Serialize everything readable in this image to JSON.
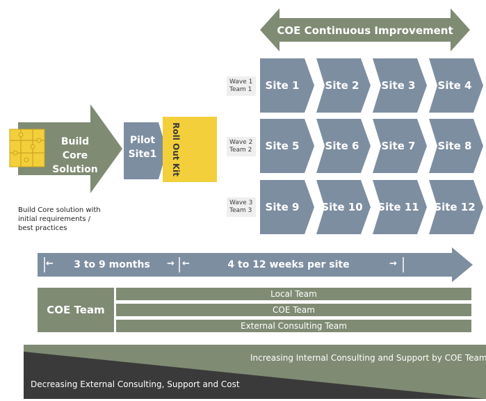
{
  "colors": {
    "green": "#7f8b73",
    "blue": "#7e8ea1",
    "yellow": "#f3cf3b",
    "dark": "#3a3a3a",
    "light_label_bg": "#eeeeee"
  },
  "coe_arrow": {
    "label": "COE Continuous Improvement"
  },
  "build_core": {
    "label_line1": "Build Core",
    "label_line2": "Solution",
    "icon": "puzzle-icon",
    "caption_lines": [
      "Build Core solution with",
      "initial requirements /",
      "best practices"
    ]
  },
  "pilot": {
    "line1": "Pilot",
    "line2": "Site1"
  },
  "rollout_kit": {
    "label": "Roll Out Kit"
  },
  "waves": [
    {
      "wave": "Wave 1",
      "team": "Team 1",
      "sites": [
        "Site 1",
        "Site 2",
        "Site 3",
        "Site 4"
      ]
    },
    {
      "wave": "Wave 2",
      "team": "Team 2",
      "sites": [
        "Site 5",
        "Site 6",
        "Site 7",
        "Site 8"
      ]
    },
    {
      "wave": "Wave 3",
      "team": "Team 3",
      "sites": [
        "Site 9",
        "Site 10",
        "Site 11",
        "Site 12"
      ]
    }
  ],
  "timeline": {
    "phase1": "3 to 9 months",
    "phase2": "4 to 12 weeks per site"
  },
  "teams": {
    "coe_team": "COE Team",
    "bars": [
      "Local Team",
      "COE Team",
      "External Consulting Team"
    ]
  },
  "bottom": {
    "increasing": "Increasing Internal Consulting and Support by COE Team",
    "decreasing": "Decreasing External Consulting, Support and Cost"
  }
}
